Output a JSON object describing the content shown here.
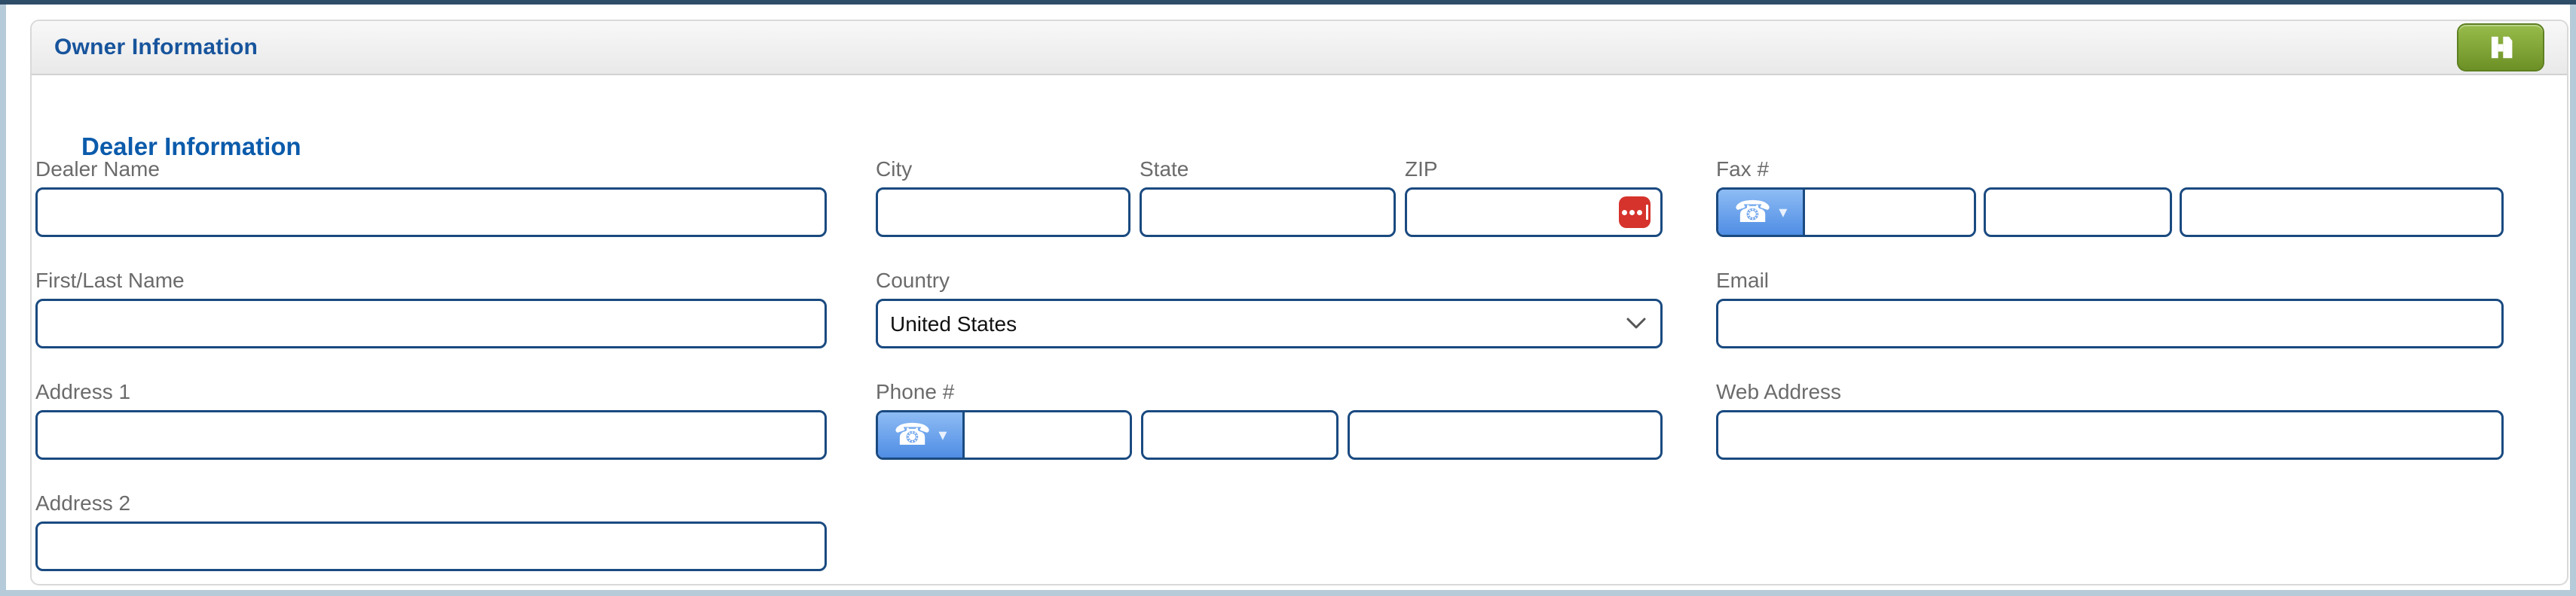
{
  "header": {
    "title": "Owner Information",
    "save_icon": "floppy-disk-icon"
  },
  "section": {
    "title": "Dealer Information"
  },
  "fields": {
    "dealer_name": {
      "label": "Dealer Name",
      "value": ""
    },
    "city": {
      "label": "City",
      "value": ""
    },
    "state": {
      "label": "State",
      "value": ""
    },
    "zip": {
      "label": "ZIP",
      "value": ""
    },
    "fax": {
      "label": "Fax #",
      "parts": [
        "",
        "",
        ""
      ]
    },
    "first_last_name": {
      "label": "First/Last Name",
      "value": ""
    },
    "country": {
      "label": "Country",
      "selected": "United States"
    },
    "email": {
      "label": "Email",
      "value": ""
    },
    "address1": {
      "label": "Address 1",
      "value": ""
    },
    "phone": {
      "label": "Phone #",
      "parts": [
        "",
        "",
        ""
      ]
    },
    "web_address": {
      "label": "Web Address",
      "value": ""
    },
    "address2": {
      "label": "Address 2",
      "value": ""
    }
  },
  "glyphs": {
    "phone": "☎",
    "caret_down": "▾"
  },
  "icons": {
    "save": "floppy-disk-icon",
    "phone_type": "telephone-icon",
    "zip_autofill": "lastpass-icon",
    "country_dropdown": "chevron-down-icon"
  },
  "colors": {
    "header_title": "#17549c",
    "section_title": "#0b5bab",
    "input_border": "#1a4a80",
    "label_gray": "#6b6b6b",
    "save_button_green": "#7da534",
    "phone_button_blue": "#5b96e8",
    "lastpass_red": "#d5332c",
    "frame_blue": "#b6cbd9",
    "frame_top_navy": "#2e4d68"
  }
}
